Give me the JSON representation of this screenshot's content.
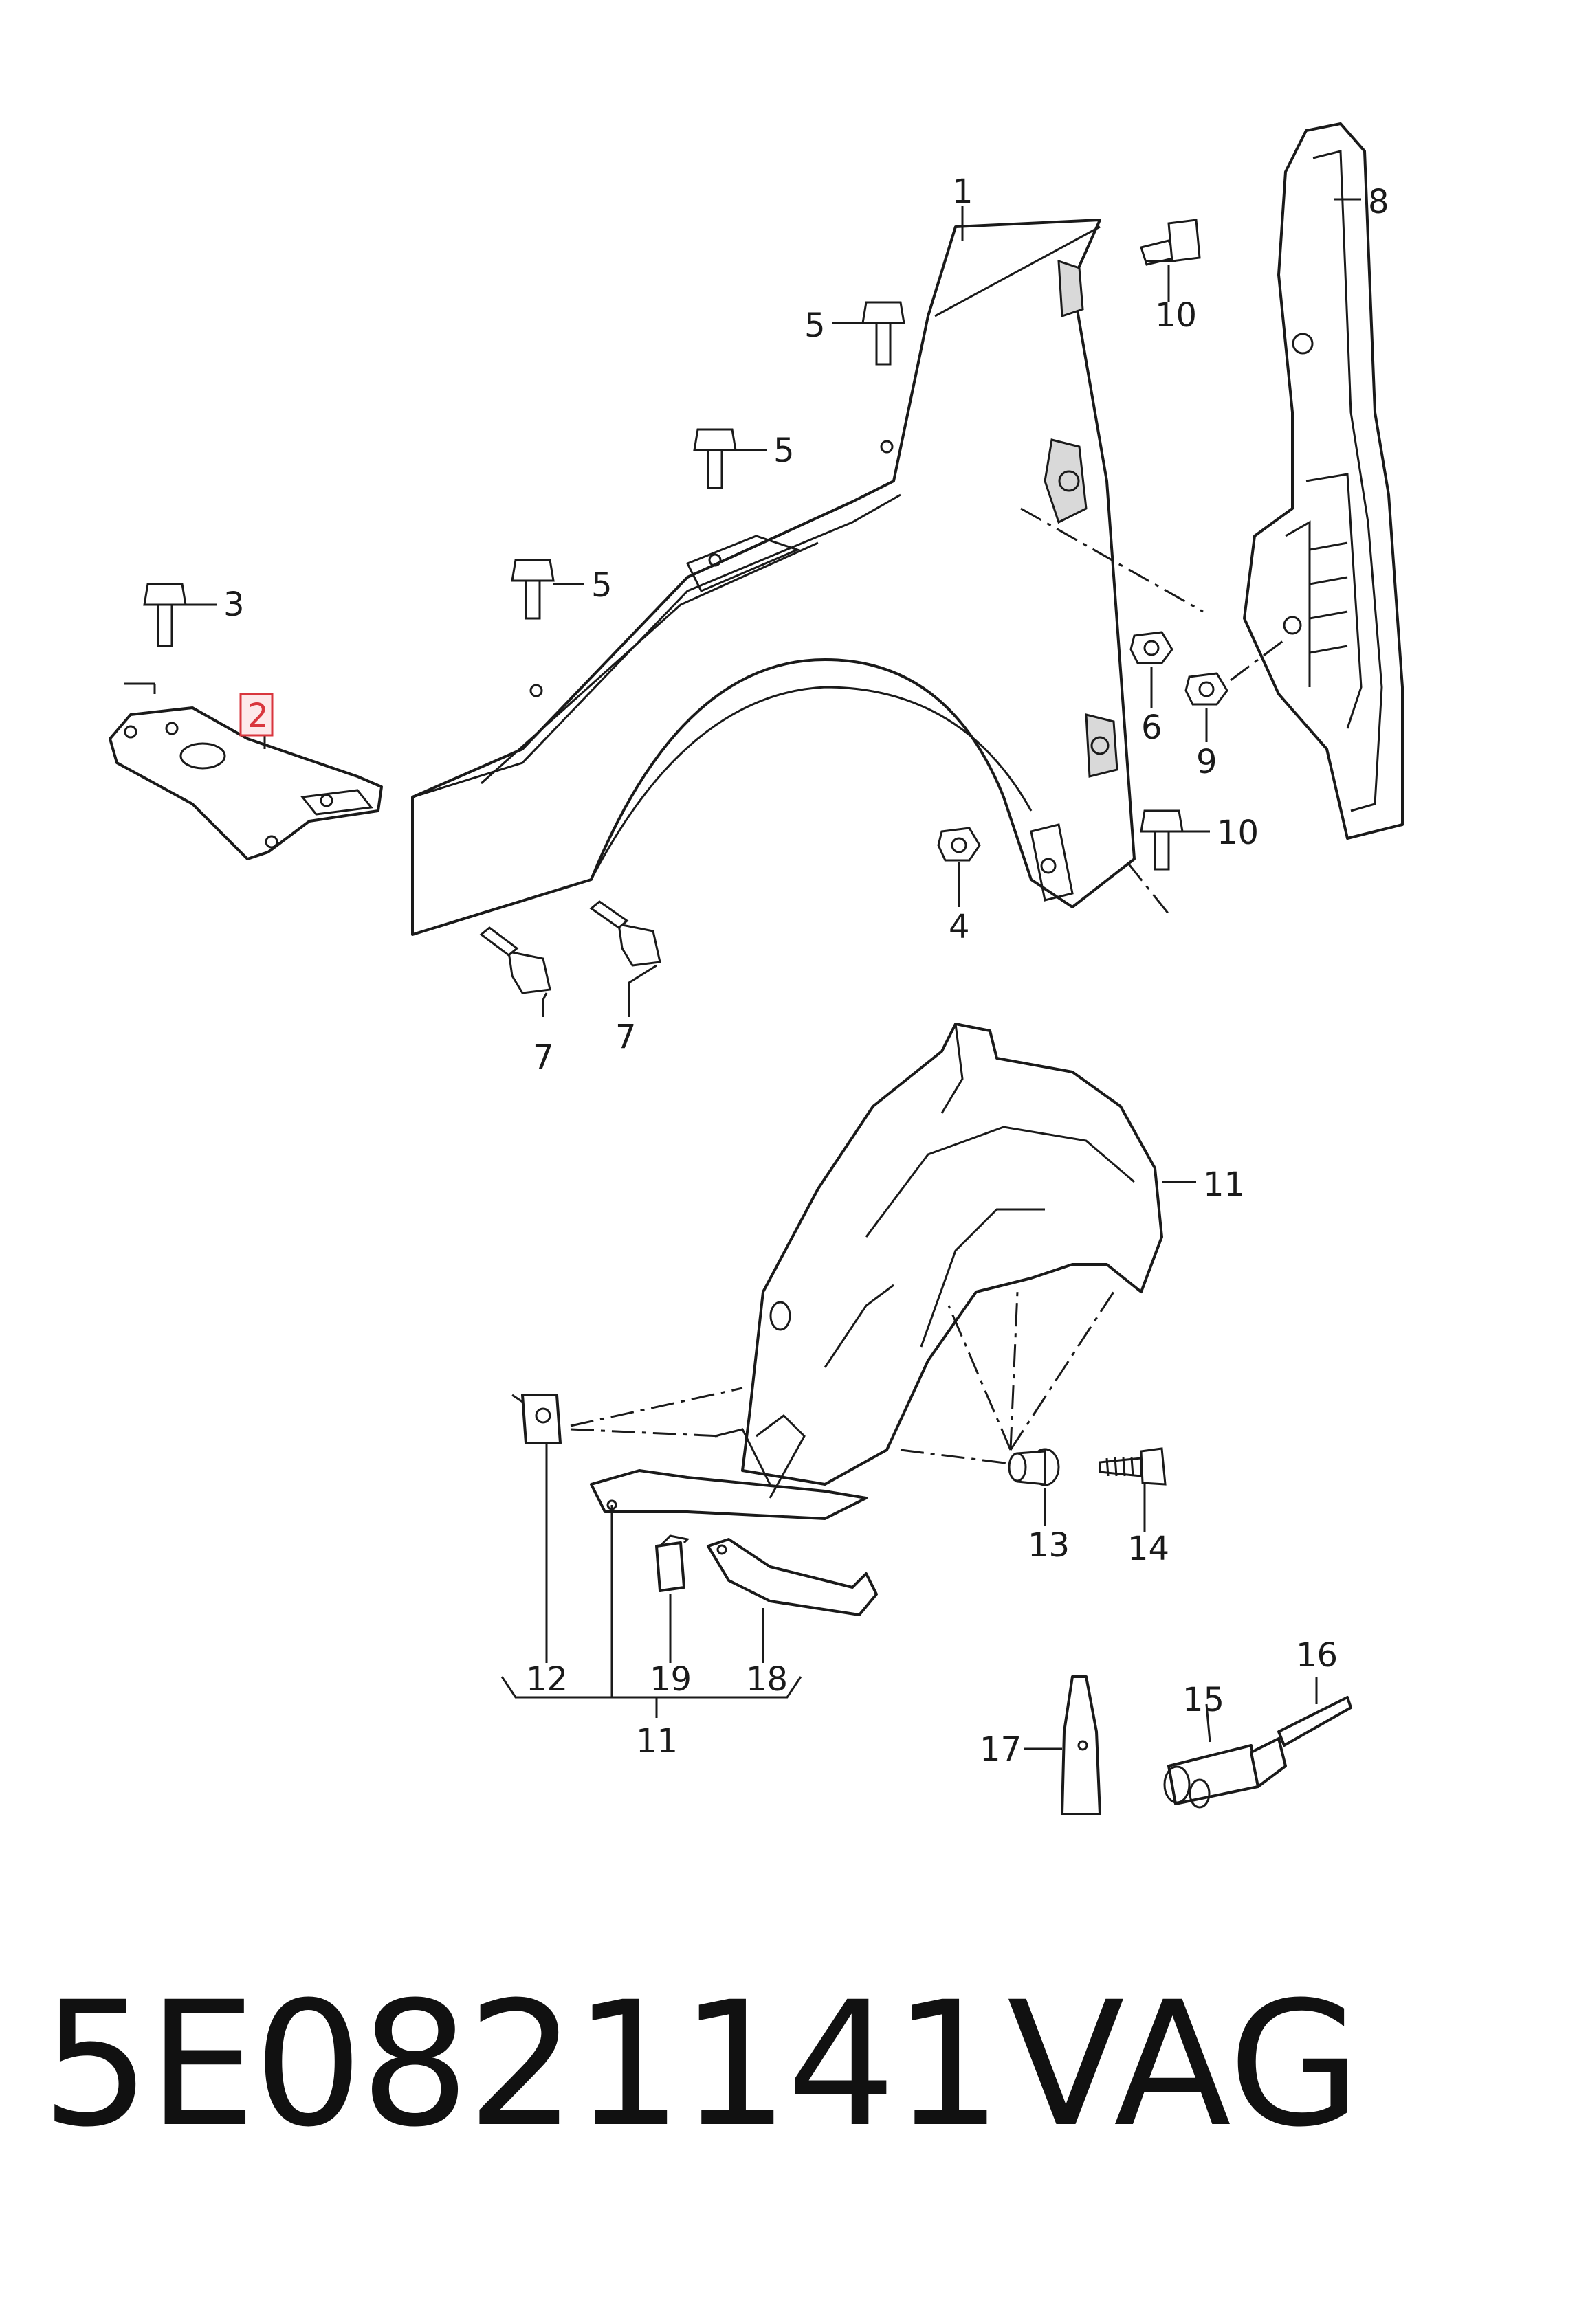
{
  "diagram": {
    "callouts": [
      "1",
      "2",
      "3",
      "4",
      "5",
      "5",
      "5",
      "6",
      "7",
      "7",
      "8",
      "9",
      "10",
      "10",
      "11",
      "11",
      "12",
      "13",
      "14",
      "15",
      "16",
      "17",
      "18",
      "19"
    ],
    "highlighted_callout": "2",
    "highlight_color": "#d9363e"
  },
  "footer": {
    "part_number": "5E0821141",
    "brand": "VAG"
  }
}
